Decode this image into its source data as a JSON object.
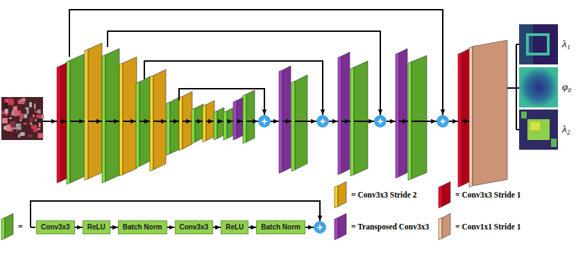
{
  "diagram": {
    "nodes": [
      {
        "text": [
          "+"
        ]
      },
      {
        "text": [
          "+"
        ]
      },
      {
        "text": [
          "+"
        ]
      },
      {
        "text": [
          "+"
        ]
      },
      {
        "text": [
          "Conv3x3"
        ]
      },
      {
        "text": [
          "ReLU"
        ]
      },
      {
        "text": [
          "Batch Norm"
        ]
      },
      {
        "text": [
          "Conv3x3"
        ]
      },
      {
        "text": [
          "ReLU"
        ]
      },
      {
        "text": [
          "Batch Norm"
        ]
      },
      {
        "text": [
          "+"
        ]
      }
    ],
    "edges": [
      {
        "from": 4,
        "to": 5,
        "arrow": "to"
      },
      {
        "from": 5,
        "to": 6,
        "arrow": "to"
      },
      {
        "from": 6,
        "to": 7,
        "arrow": "to"
      },
      {
        "from": 7,
        "to": 8,
        "arrow": "to"
      },
      {
        "from": 8,
        "to": 9,
        "arrow": "to"
      },
      {
        "from": 9,
        "to": 10,
        "arrow": "to"
      }
    ],
    "labels": [
      "λ₁",
      "φ₀",
      "λ₂"
    ],
    "legend": [
      {
        "text": "= Conv3x3 Stride 2",
        "color": "#d39a16"
      },
      {
        "text": "= Conv3x3 Stride 1",
        "color": "#b0001a"
      },
      {
        "text": "=",
        "color": "#5ba32b"
      },
      {
        "text": "= Transposed Conv3x3",
        "color": "#7b2f93"
      },
      {
        "text": "= Conv1x1 Stride 1",
        "color": "#cc9476"
      }
    ]
  }
}
